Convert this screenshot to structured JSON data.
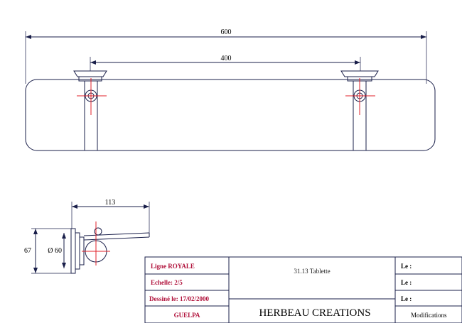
{
  "dimensions": {
    "overall_length": "600",
    "bracket_spacing": "400",
    "depth": "113",
    "height": "67",
    "diameter": "Ø 60"
  },
  "title_block": {
    "line_label": "Ligne ROYALE",
    "scale_label": "Echelle: 2/5",
    "date_label": "Dessiné le: 17/02/2000",
    "designer": "GUELPA",
    "product": "31.13 Tablette",
    "company": "HERBEAU CREATIONS",
    "le_1": "Le :",
    "le_2": "Le :",
    "le_3": "Le :",
    "modifications": "Modifications"
  },
  "colors": {
    "line": "#1a1f4a",
    "centerline": "#e0202a",
    "title_red": "#b0103a"
  }
}
